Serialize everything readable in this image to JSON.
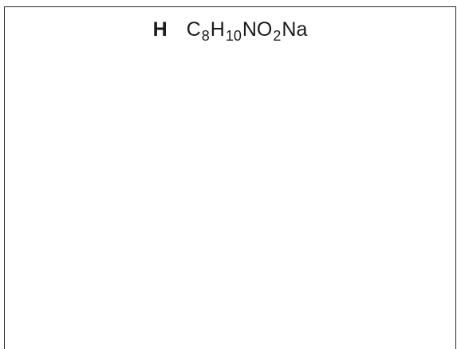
{
  "panel": {
    "label": "H",
    "formula": [
      {
        "text": "C",
        "sub": false
      },
      {
        "text": "8",
        "sub": true
      },
      {
        "text": "H",
        "sub": false
      },
      {
        "text": "10",
        "sub": true
      },
      {
        "text": "NO",
        "sub": false
      },
      {
        "text": "2",
        "sub": true
      },
      {
        "text": "Na",
        "sub": false
      }
    ]
  },
  "colors": {
    "border": "#2b2b2b",
    "text": "#1a1a1a",
    "background": "#ffffff"
  }
}
